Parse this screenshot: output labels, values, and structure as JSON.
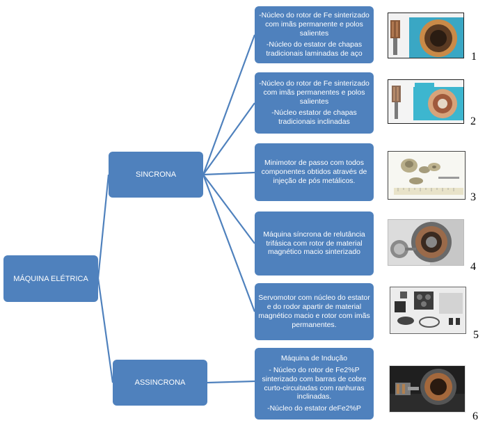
{
  "colors": {
    "box_fill": "#4f81bd",
    "box_text": "#ffffff",
    "connector": "#4f81bd"
  },
  "root": {
    "label": "MÁQUINA ELÉTRICA"
  },
  "categories": {
    "sincrona": "SINCRONA",
    "assincrona": "ASSINCRONA"
  },
  "items": [
    {
      "number": "1",
      "paragraphs": [
        "-Núcleo do rotor de Fe sinterizado com imãs permanente e polos salientes",
        "-Núcleo do estator de chapas tradicionais laminadas de aço"
      ],
      "photo": "rotor-and-stator-photo"
    },
    {
      "number": "2",
      "paragraphs": [
        "-Núcleo do rotor de Fe sinterizado com imãs permanentes e polos salientes",
        "-Núcleo estator de chapas tradicionais inclinadas"
      ],
      "photo": "rotor-and-stator-photo"
    },
    {
      "number": "3",
      "paragraphs": [
        "Minimotor de passo com todos componentes obtidos através de injeção de pós metálicos."
      ],
      "photo": "stepper-parts-photo"
    },
    {
      "number": "4",
      "paragraphs": [
        "Máquina síncrona de relutância trifásica com rotor de material magnético macio sinterizado"
      ],
      "photo": "reluctance-machine-photo"
    },
    {
      "number": "5",
      "paragraphs": [
        "Servomotor com núcleo do estator e do rodor apartir de material magnético macio e rotor com imãs permanentes."
      ],
      "photo": "servomotor-parts-photo"
    },
    {
      "number": "6",
      "paragraphs": [
        "Máquina de Indução",
        "- Núcleo do rotor de Fe2%P sinterizado com barras de cobre curto-circuitadas com ranhuras inclinadas.",
        "-Núcleo do estator deFe2%P"
      ],
      "photo": "induction-machine-photo"
    }
  ]
}
